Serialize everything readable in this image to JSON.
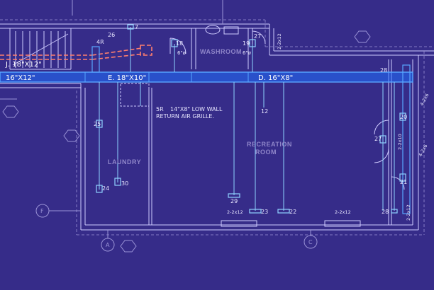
{
  "colors": {
    "background": "#3a2f8c",
    "wall": "#cfcbff",
    "duct": "#1f6fff",
    "duct_outline": "#58a6ff",
    "branch": "#8fd3ff",
    "red_duct": "#ff7f6e",
    "room_label": "#8f86c9"
  },
  "rooms": {
    "washroom": "WASHROOM",
    "laundry": "LAUNDRY",
    "recreation_line1": "RECREATION",
    "recreation_line2": "ROOM"
  },
  "ducts": {
    "j": "J. 18\"X12\"",
    "left": "16\"X12\"",
    "e": "E. 18\"X10\"",
    "d": "D. 16\"X8\"",
    "fourr": "4R",
    "sixr": "6\"ø",
    "sixr2": "6\"ø"
  },
  "note": {
    "tag": "5R",
    "line1": "14\"X8\" LOW WALL",
    "line2": "RETURN AIR GRILLE."
  },
  "outlets": {
    "o7": "7",
    "o18": "18",
    "o19": "19",
    "o26": "26",
    "o27a": "27",
    "o25": "25",
    "o24": "24",
    "o30": "30",
    "o12": "12",
    "o29": "29",
    "o23": "23",
    "o22": "22",
    "o28a": "28",
    "o28b": "28",
    "o27b": "27",
    "o20": "20",
    "o21": "21"
  },
  "dims": {
    "a": "2-2x12",
    "b": "2-2x12",
    "c": "2-2x12",
    "d": "2-2x12",
    "e": "2-2x10",
    "f": "4-2x6",
    "g": "4-2x6"
  },
  "gridmarks": {
    "f": "F",
    "a": "A",
    "c": "C"
  }
}
